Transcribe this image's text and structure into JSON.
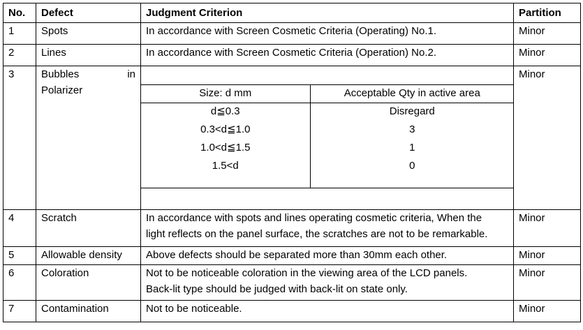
{
  "header": {
    "no": "No.",
    "defect": "Defect",
    "criterion": "Judgment Criterion",
    "partition": "Partition"
  },
  "rows": [
    {
      "no": "1",
      "defect": "Spots",
      "criterion": "In accordance with Screen Cosmetic Criteria (Operating) No.1.",
      "partition": "Minor"
    },
    {
      "no": "2",
      "defect": "Lines",
      "criterion": "In accordance with Screen Cosmetic Criteria (Operation) No.2.",
      "partition": "Minor"
    },
    {
      "no": "3",
      "defect_a": "Bubbles",
      "defect_b": "in",
      "defect_c": "Polarizer",
      "partition": "Minor"
    },
    {
      "no": "4",
      "defect": "Scratch",
      "criterion_1": "In accordance with spots and lines operating cosmetic criteria, When the",
      "criterion_2": "light reflects on the panel surface, the scratches are not to be remarkable.",
      "partition": "Minor"
    },
    {
      "no": "5",
      "defect": "Allowable density",
      "criterion": "Above defects should be separated more than 30mm each other.",
      "partition": "Minor"
    },
    {
      "no": "6",
      "defect": "Coloration",
      "criterion_1": "Not to be noticeable coloration in the viewing area of the LCD panels.",
      "criterion_2": "Back-lit type should be judged with back-lit on state only.",
      "partition": "Minor"
    },
    {
      "no": "7",
      "defect": "Contamination",
      "criterion": "Not to be noticeable.",
      "partition": "Minor"
    }
  ],
  "bubbles_table": {
    "col_size": "Size: d mm",
    "col_qty": "Acceptable Qty in active area",
    "entries": [
      {
        "size": "d≦0.3",
        "qty": "Disregard"
      },
      {
        "size": "0.3<d≦1.0",
        "qty": "3"
      },
      {
        "size": "1.0<d≦1.5",
        "qty": "1"
      },
      {
        "size": "1.5<d",
        "qty": "0"
      }
    ]
  }
}
